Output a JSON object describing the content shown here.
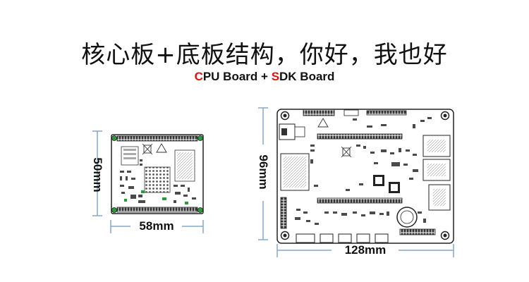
{
  "title": "核心板+底板结构，你好，我也好",
  "subtitle": {
    "cpu_initial": "C",
    "cpu_rest": "PU Board + ",
    "sdk_initial": "S",
    "sdk_rest": "DK Board"
  },
  "cpu_board": {
    "height_label": "50mm",
    "width_label": "58mm"
  },
  "sdk_board": {
    "height_label": "96mm",
    "width_label": "128mm"
  },
  "colors": {
    "accent_red": "#e01010",
    "pcb_green": "#2a9a3a",
    "dimension_line": "#88a6c4"
  }
}
